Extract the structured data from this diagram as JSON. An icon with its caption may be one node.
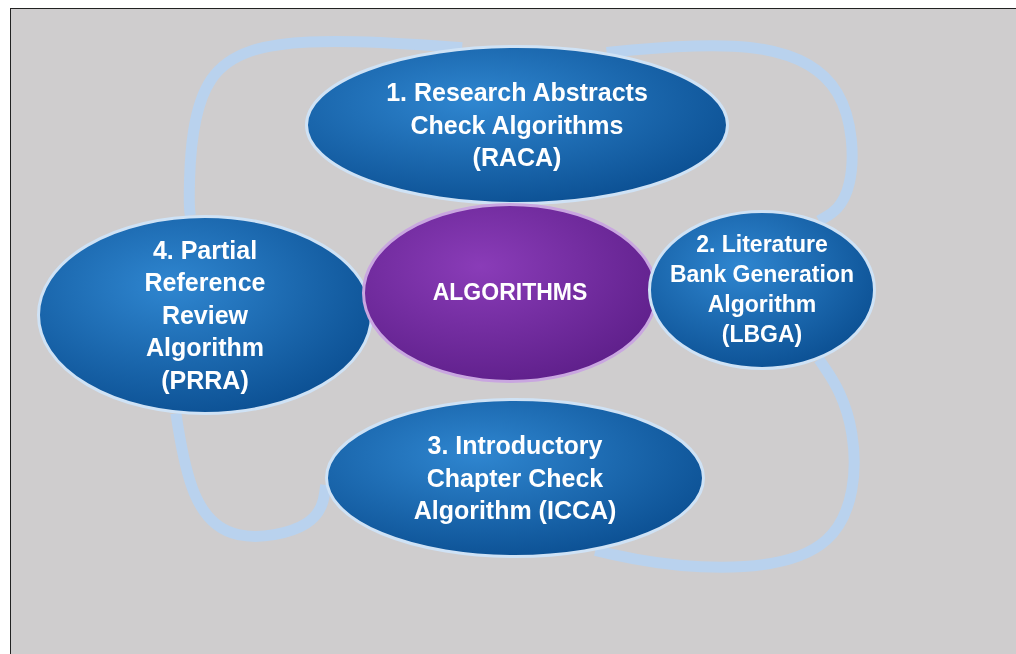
{
  "diagram": {
    "nodes": [
      {
        "text": [
          "1. Research Abstracts Check Algorithms (RACA)"
        ]
      },
      {
        "text": [
          "4. Partial Reference Review Algorithm (PRRA)"
        ]
      },
      {
        "text": [
          "ALGORITHMS"
        ]
      },
      {
        "text": [
          "2. Literature Bank Generation Algorithm (LBGA)"
        ]
      },
      {
        "text": [
          "3. Introductory Chapter Check Algorithm (ICCA)"
        ]
      }
    ],
    "edges": [
      {
        "from": 0,
        "to": 1,
        "arrow": "none"
      },
      {
        "from": 0,
        "to": 3,
        "arrow": "none"
      },
      {
        "from": 3,
        "to": 4,
        "arrow": "none"
      },
      {
        "from": 1,
        "to": 4,
        "arrow": "none"
      }
    ]
  }
}
